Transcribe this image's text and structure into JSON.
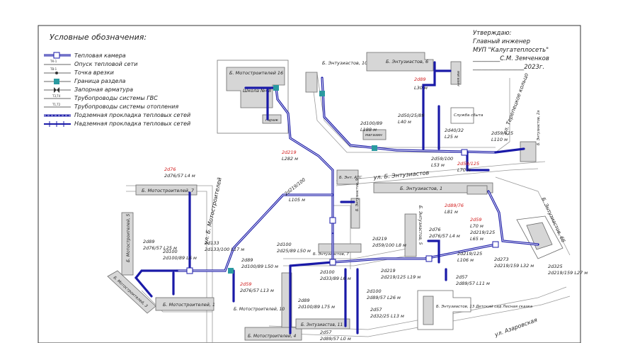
{
  "legend": {
    "title": "Условные обозначения:",
    "items": [
      {
        "label": "Тепловая камера",
        "icon": "chamber-icon"
      },
      {
        "label": "Опуск тепловой сети",
        "icon": "descent-icon"
      },
      {
        "label": "Точка врезки",
        "icon": "tie-in-point-icon"
      },
      {
        "label": "Граница раздела",
        "icon": "boundary-icon"
      },
      {
        "label": "Запорная арматура",
        "icon": "valve-icon"
      },
      {
        "label": "Трубопроводы системы ГВС",
        "icon": "hot-water-pipe-icon"
      },
      {
        "label": "Трубопроводы системы отопления",
        "icon": "heating-pipe-icon"
      },
      {
        "label": "Подземная прокладка тепловых сетей",
        "icon": "underground-pipe-icon"
      },
      {
        "label": "Надземная прокладка тепловых сетей",
        "icon": "overground-pipe-icon"
      }
    ]
  },
  "approval": {
    "line1": "Утверждаю:",
    "line2": "Главный инженер",
    "line3": "МУП \"Калугатеплосеть\"",
    "line4": "_________С.М. Земченков",
    "line5": "_________________2023г."
  },
  "colors": {
    "network": "#1a1aa8",
    "highlight": "#d21c1c",
    "boundary": "#2a9aa0"
  },
  "buildings": [
    {
      "label": "Б. Мотостроителей 16"
    },
    {
      "label": "Школа №48"
    },
    {
      "label": "гараж"
    },
    {
      "label": "Б. Энтузиастов, 10"
    },
    {
      "label": "Б. Энтузиастов, 6"
    },
    {
      "label": "магазин"
    },
    {
      "label": "Служба сбыта"
    },
    {
      "label": "магазин"
    },
    {
      "label": "Б. Энт. АТС"
    },
    {
      "label": "Б. Энтузиастов, 1"
    },
    {
      "label": "Б. Мотостроителей, 7"
    },
    {
      "label": "Б. Мотостроителей, 5"
    },
    {
      "label": "Б. Мотостроителей, 3"
    },
    {
      "label": "Б. Мотостроителей, 1"
    },
    {
      "label": "Б. Мотостроителей, 10"
    },
    {
      "label": "Б. Мотостроителей, 4"
    },
    {
      "label": "Б. Энтузиастов, 11"
    },
    {
      "label": "Б. Энтузиастов, 5"
    },
    {
      "label": "Б. Энтузиастов, 13 Детский сад Лесная сказка"
    },
    {
      "label": "Б. Энтузиастов, 6б"
    },
    {
      "label": "Б. Энтузиастов, 9"
    },
    {
      "label": "Б. Энтузиастов, 7"
    },
    {
      "label": "Б. Энтузиастов, 2а"
    }
  ],
  "streets": [
    {
      "label": "ул. Б. Мотостроителей"
    },
    {
      "label": "ул. Б. Энтузиастов"
    },
    {
      "label": "ул. Терепецкое кольцо"
    },
    {
      "label": "ул. Азаровская"
    }
  ],
  "pipe_labels": [
    {
      "diam": "2d219",
      "len": "L282 м",
      "hl": true
    },
    {
      "diam": "2d219/100",
      "len": "L105 м"
    },
    {
      "diam": "2d100/89",
      "len": "L188 м"
    },
    {
      "diam": "2d89",
      "len": "L30 м",
      "hl": true
    },
    {
      "diam": "2d50/25/89",
      "len": "L40 м"
    },
    {
      "diam": "2d40/32",
      "len": "L25 м"
    },
    {
      "diam": "2d59/125",
      "len": "L110 м"
    },
    {
      "diam": "2d59/100",
      "len": "L53 м"
    },
    {
      "diam": "2d59/125",
      "len": "L70 м",
      "hl": true
    },
    {
      "diam": "2d76",
      "len": "2d76/57 L4 м",
      "hl": true
    },
    {
      "diam": "2d89/76",
      "len": "L81 м",
      "hl": true
    },
    {
      "diam": "2d59",
      "len": "L70 м",
      "hl": true
    },
    {
      "diam": "2d219/125",
      "len": "L65 м"
    },
    {
      "diam": "2d76",
      "len": "2d76/57 L4 м"
    },
    {
      "diam": "2d219/125",
      "len": "L106 м"
    },
    {
      "diam": "2d273",
      "len": "2d219/159 L32 м"
    },
    {
      "diam": "2d325",
      "len": "2d219/159 L27 м"
    },
    {
      "diam": "2d57",
      "len": "2d89/57 L11 м"
    },
    {
      "diam": "2d219",
      "len": "2d219/125 L19 м"
    },
    {
      "diam": "2d219",
      "len": "2d59/100 L8 м"
    },
    {
      "diam": "2d100",
      "len": "2d25/89 L50 м"
    },
    {
      "diam": "2d133",
      "len": "2d133/100 L17 м"
    },
    {
      "diam": "2d89",
      "len": "2d76/57 L25 м"
    },
    {
      "diam": "2d100",
      "len": "2d100/89 L6 м"
    },
    {
      "diam": "2d89",
      "len": "2d100/89 L50 м"
    },
    {
      "diam": "2d100",
      "len": "2d33/89 L6 м"
    },
    {
      "diam": "2d59",
      "len": "2d76/57 L13 м",
      "hl": true
    },
    {
      "diam": "2d89",
      "len": "2d100/89 L75 м"
    },
    {
      "diam": "2d100",
      "len": "2d89/57 L26 м"
    },
    {
      "diam": "2d57",
      "len": "2d32/25 L13 м"
    },
    {
      "diam": "2d57",
      "len": "2d89/57 L0 м"
    }
  ]
}
